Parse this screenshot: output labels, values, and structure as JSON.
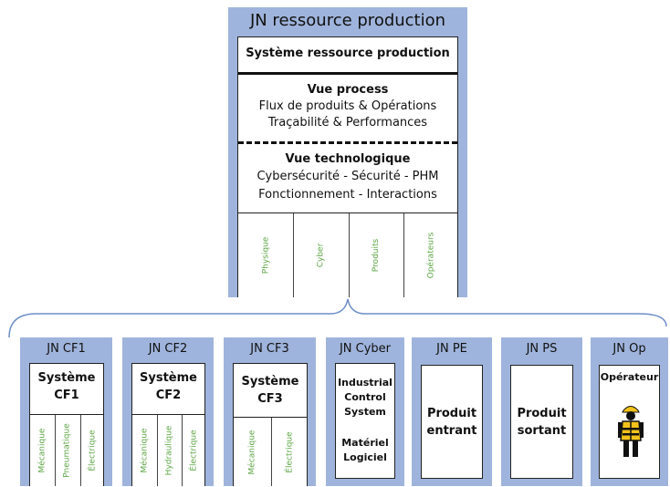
{
  "main": {
    "title": "JN ressource production",
    "system_label": "Système ressource production",
    "process": {
      "heading": "Vue process",
      "line1": "Flux de produits & Opérations",
      "line2": "Traçabilité & Performances"
    },
    "tech": {
      "heading": "Vue technologique",
      "line1": "Cybersécurité - Sécurité - PHM",
      "line2": "Fonctionnement  - Interactions"
    },
    "columns": [
      "Physique",
      "Cyber",
      "Produits",
      "Opérateurs"
    ]
  },
  "boxes": {
    "cf1": {
      "title": "JN CF1",
      "system_line1": "Système",
      "system_line2": "CF1",
      "cols": [
        "Mécanique",
        "Pneumatique",
        "Électrique"
      ]
    },
    "cf2": {
      "title": "JN CF2",
      "system_line1": "Système",
      "system_line2": "CF2",
      "cols": [
        "Mécanique",
        "Hydraulique",
        "Électrique"
      ]
    },
    "cf3": {
      "title": "JN CF3",
      "system_line1": "Système",
      "system_line2": "CF3",
      "cols": [
        "Mécanique",
        "Électrique"
      ]
    },
    "cyber": {
      "title": "JN Cyber",
      "line1": "Industrial",
      "line2": "Control",
      "line3": "System",
      "line4": "Matériel",
      "line5": "Logiciel"
    },
    "pe": {
      "title": "JN PE",
      "line1": "Produit",
      "line2": "entrant"
    },
    "ps": {
      "title": "JN PS",
      "line1": "Produit",
      "line2": "sortant"
    },
    "op": {
      "title": "JN Op",
      "label": "Opérateur"
    }
  },
  "colors": {
    "box_fill": "#9fb4dc",
    "accent": "#e07f36",
    "column_text": "#5ea545",
    "brace": "#6f8fc8",
    "worker_vest": "#f2c21b"
  }
}
